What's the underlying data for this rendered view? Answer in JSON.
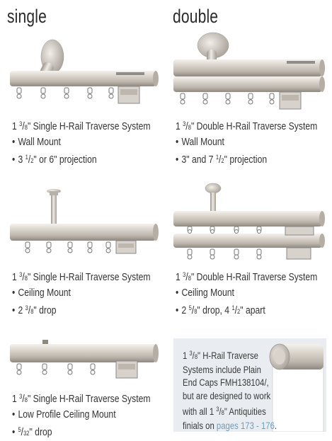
{
  "headings": {
    "single": "single",
    "double": "double"
  },
  "products": [
    {
      "title_pre": "1 ",
      "title_sup": "3",
      "title_slash": "/",
      "title_sub": "8",
      "title_post": "\" Single H-Rail Traverse System",
      "bullets": [
        "Wall Mount"
      ],
      "extra": {
        "pre": "3 ",
        "sup": "1",
        "slash": "/",
        "sub": "2",
        "post": "\" or 6\" projection"
      }
    },
    {
      "title_pre": "1 ",
      "title_sup": "3",
      "title_slash": "/",
      "title_sub": "8",
      "title_post": "\" Double H-Rail Traverse System",
      "bullets": [
        "Wall Mount"
      ],
      "extra": {
        "pre": "3\" and 7 ",
        "sup": "1",
        "slash": "/",
        "sub": "2",
        "post": "\" projection"
      }
    },
    {
      "title_pre": "1 ",
      "title_sup": "3",
      "title_slash": "/",
      "title_sub": "8",
      "title_post": "\" Single H-Rail Traverse System",
      "bullets": [
        "Ceiling Mount"
      ],
      "extra": {
        "pre": "2 ",
        "sup": "3",
        "slash": "/",
        "sub": "8",
        "post": "\" drop"
      }
    },
    {
      "title_pre": "1 ",
      "title_sup": "3",
      "title_slash": "/",
      "title_sub": "8",
      "title_post": "\" Double H-Rail Traverse System",
      "bullets": [
        "Ceiling Mount"
      ],
      "extra": {
        "pre": "2 ",
        "sup": "5",
        "slash": "/",
        "sub": "8",
        "post": "\" drop, 4 ",
        "sup2": "1",
        "slash2": "/",
        "sub2": "2",
        "post2": "\" apart"
      }
    },
    {
      "title_pre": "1 ",
      "title_sup": "3",
      "title_slash": "/",
      "title_sub": "8",
      "title_post": "\" Single H-Rail Traverse System",
      "bullets": [
        "Low Profile Ceiling Mount"
      ],
      "extra": {
        "pre": "",
        "sup": "5",
        "slash": "/",
        "sub": "32",
        "post": "\" drop"
      }
    }
  ],
  "note": {
    "line1_pre": "1 ",
    "line1_sup": "3",
    "line1_slash": "/",
    "line1_sub": "8",
    "line1_post": "\" H-Rail Traverse",
    "line2": "Systems include Plain",
    "line3": "End Caps FMH138104/,",
    "line4": "but are designed to work",
    "line5_pre": "with all 1 ",
    "line5_sup": "3",
    "line5_slash": "/",
    "line5_sub": "8",
    "line5_post": "\" Antiquities",
    "line6_pre": "finials on ",
    "line6_link": "pages 173 - 176",
    "line6_post": "."
  },
  "colors": {
    "rail_light": "#e8e4df",
    "rail_mid": "#c9c3bb",
    "rail_dark": "#8f8880",
    "link": "#6b9ec0",
    "note_bg": "#e9edf1"
  }
}
